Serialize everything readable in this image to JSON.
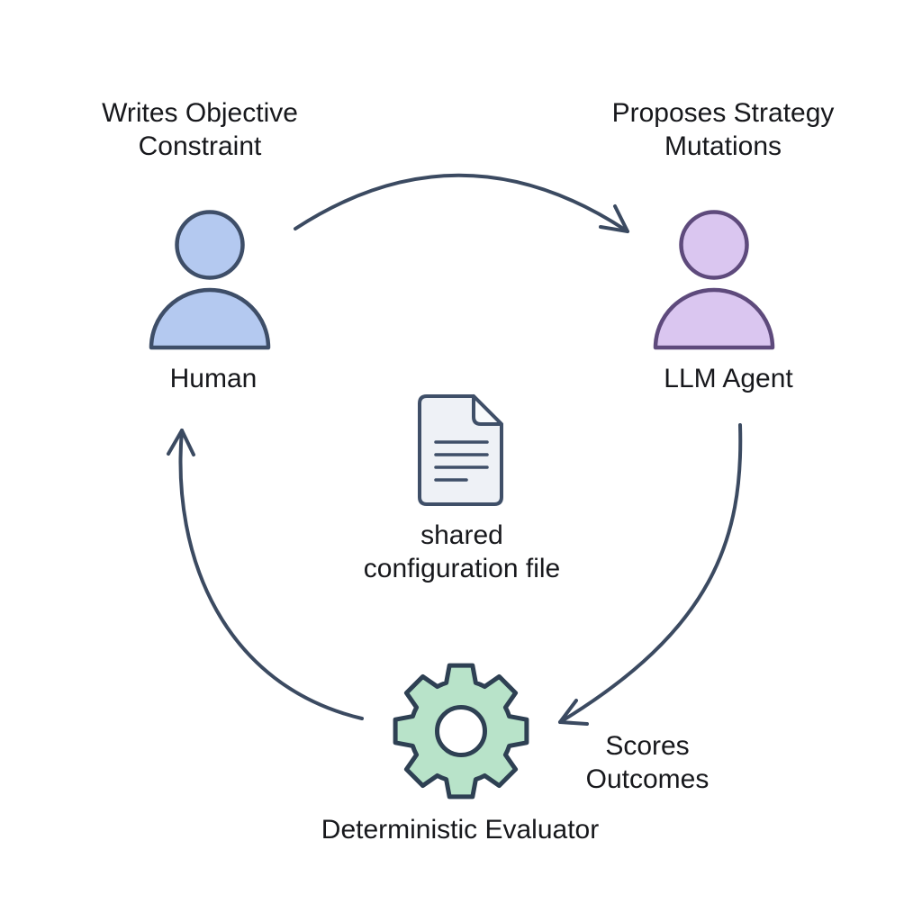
{
  "background": "#ffffff",
  "colors": {
    "text": "#17181c",
    "arrow": "#3b4a61",
    "human_fill": "#b4c9f0",
    "human_stroke": "#3e4e68",
    "agent_fill": "#dac6f0",
    "agent_stroke": "#5e4a7c",
    "doc_fill": "#eef1f6",
    "doc_fold_fill": "#f8fafc",
    "doc_stroke": "#3f4f68",
    "gear_fill": "#b8e3c9",
    "gear_stroke": "#2e4053",
    "gear_hole_fill": "#ffffff"
  },
  "nodes": {
    "human": {
      "label": "Human",
      "annotation": [
        "Writes Objective",
        "Constraint"
      ]
    },
    "llm_agent": {
      "label": "LLM Agent",
      "annotation": [
        "Proposes Strategy",
        "Mutations"
      ]
    },
    "evaluator": {
      "label": "Deterministic Evaluator",
      "annotation": [
        "Scores",
        "Outcomes"
      ]
    },
    "config_file": {
      "label": [
        "shared",
        "configuration file"
      ]
    }
  }
}
